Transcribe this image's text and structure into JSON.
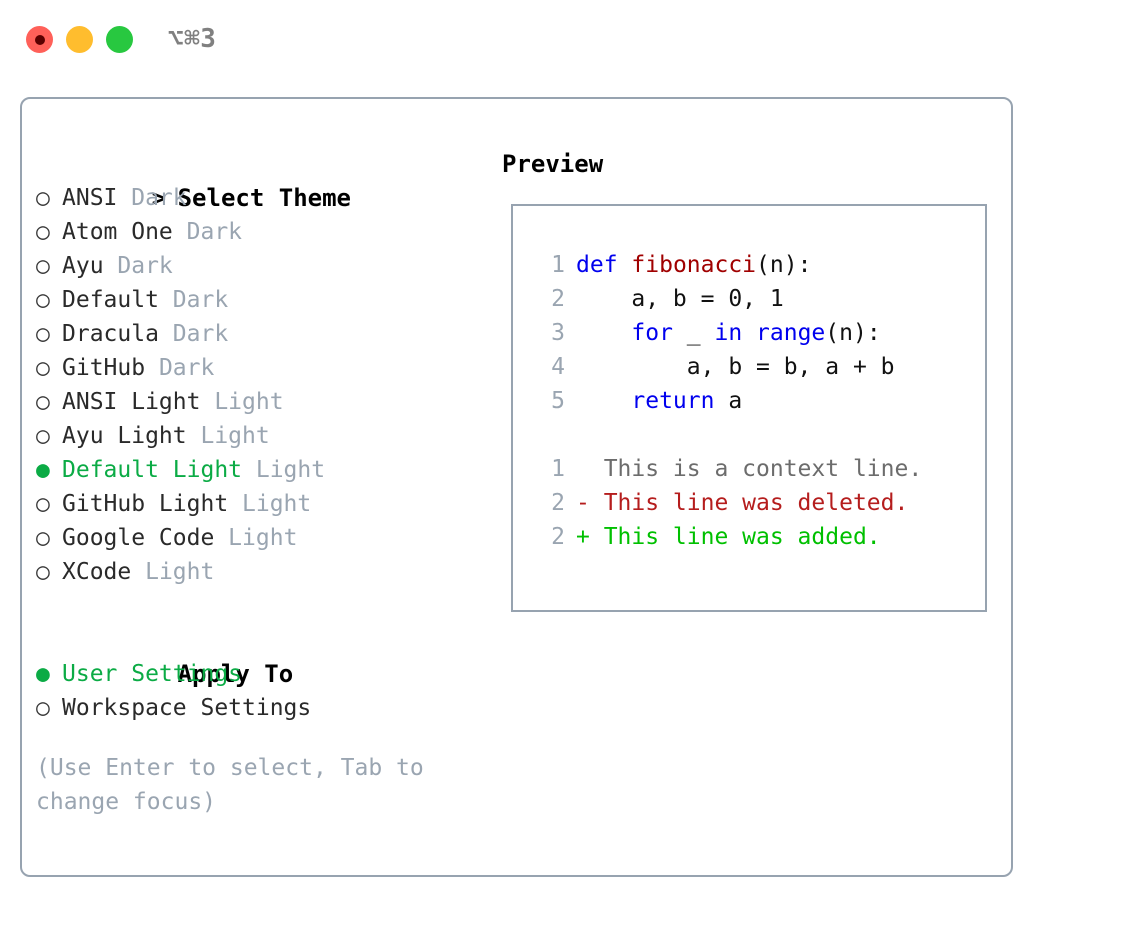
{
  "window": {
    "title": "⌥⌘3",
    "traffic_lights": [
      {
        "name": "close",
        "color": "#ff6059"
      },
      {
        "name": "minimize",
        "color": "#ffbd2e"
      },
      {
        "name": "maximize",
        "color": "#28c840"
      }
    ]
  },
  "theme_picker": {
    "heading_marker": "> ",
    "heading": "Select Theme",
    "items": [
      {
        "marker": "○ ",
        "name": "ANSI",
        "badge": " Dark",
        "selected": false
      },
      {
        "marker": "○ ",
        "name": "Atom One",
        "badge": " Dark",
        "selected": false
      },
      {
        "marker": "○ ",
        "name": "Ayu",
        "badge": " Dark",
        "selected": false
      },
      {
        "marker": "○ ",
        "name": "Default",
        "badge": " Dark",
        "selected": false
      },
      {
        "marker": "○ ",
        "name": "Dracula",
        "badge": " Dark",
        "selected": false
      },
      {
        "marker": "○ ",
        "name": "GitHub",
        "badge": " Dark",
        "selected": false
      },
      {
        "marker": "○ ",
        "name": "ANSI Light",
        "badge": " Light",
        "selected": false
      },
      {
        "marker": "○ ",
        "name": "Ayu Light",
        "badge": " Light",
        "selected": false
      },
      {
        "marker": "● ",
        "name": "Default Light",
        "badge": " Light",
        "selected": true
      },
      {
        "marker": "○ ",
        "name": "GitHub Light",
        "badge": " Light",
        "selected": false
      },
      {
        "marker": "○ ",
        "name": "Google Code",
        "badge": " Light",
        "selected": false
      },
      {
        "marker": "○ ",
        "name": "XCode",
        "badge": " Light",
        "selected": false
      }
    ]
  },
  "apply_to": {
    "heading_marker": "  ",
    "heading": "Apply To",
    "items": [
      {
        "marker": "● ",
        "name": "User Settings",
        "badge": "",
        "selected": true
      },
      {
        "marker": "○ ",
        "name": "Workspace Settings",
        "badge": "",
        "selected": false
      }
    ]
  },
  "hint": "(Use Enter to select, Tab to change focus)",
  "preview": {
    "title": "Preview",
    "code_lines": [
      {
        "num": "1",
        "tokens": [
          {
            "t": "def",
            "c": "kw"
          },
          {
            "t": " ",
            "c": "pl"
          },
          {
            "t": "fibonacci",
            "c": "fn"
          },
          {
            "t": "(n):",
            "c": "pl"
          }
        ]
      },
      {
        "num": "2",
        "tokens": [
          {
            "t": "    a, b = 0, 1",
            "c": "pl"
          }
        ]
      },
      {
        "num": "3",
        "tokens": [
          {
            "t": "    ",
            "c": "pl"
          },
          {
            "t": "for",
            "c": "kw"
          },
          {
            "t": " _ ",
            "c": "pl"
          },
          {
            "t": "in",
            "c": "kw"
          },
          {
            "t": " ",
            "c": "pl"
          },
          {
            "t": "range",
            "c": "kw"
          },
          {
            "t": "(n):",
            "c": "pl"
          }
        ]
      },
      {
        "num": "4",
        "tokens": [
          {
            "t": "        a, b = b, a + b",
            "c": "pl"
          }
        ]
      },
      {
        "num": "5",
        "tokens": [
          {
            "t": "    ",
            "c": "pl"
          },
          {
            "t": "return",
            "c": "kw"
          },
          {
            "t": " a",
            "c": "pl"
          }
        ]
      }
    ],
    "diff_lines": [
      {
        "num": "1",
        "sign": "  ",
        "text": "This is a context line.",
        "kind": "ctx"
      },
      {
        "num": "2",
        "sign": "- ",
        "text": "This line was deleted.",
        "kind": "del"
      },
      {
        "num": "2",
        "sign": "+ ",
        "text": "This line was added.",
        "kind": "add"
      }
    ]
  },
  "colors": {
    "accent_green": "#0bab45",
    "border": "#97a3b0",
    "muted": "#9aa5b1",
    "keyword_blue": "#0000ee",
    "function_red": "#a00000",
    "diff_delete": "#b51d1d",
    "diff_add": "#00c000"
  }
}
